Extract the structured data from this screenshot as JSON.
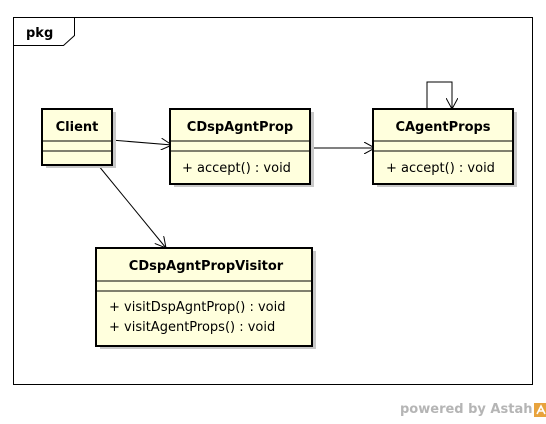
{
  "diagram": {
    "frame_label": "pkg",
    "classes": {
      "client": {
        "name": "Client",
        "operations": []
      },
      "cdspagntprop": {
        "name": "CDspAgntProp",
        "operations": [
          "+ accept() : void"
        ]
      },
      "cagentprops": {
        "name": "CAgentProps",
        "operations": [
          "+ accept() : void"
        ]
      },
      "visitor": {
        "name": "CDspAgntPropVisitor",
        "operations": [
          "+ visitDspAgntProp() : void",
          "+ visitAgentProps() : void"
        ]
      }
    },
    "associations": [
      {
        "from": "Client",
        "to": "CDspAgntProp",
        "navigable": true
      },
      {
        "from": "CDspAgntProp",
        "to": "CAgentProps",
        "navigable": true
      },
      {
        "from": "CAgentProps",
        "to": "CAgentProps",
        "navigable": true
      },
      {
        "from": "Client",
        "to": "CDspAgntPropVisitor",
        "navigable": true
      }
    ]
  },
  "watermark": {
    "text": "powered by Astah",
    "logo_color": "#e8a33d"
  },
  "colors": {
    "class_fill": "#ffffdd",
    "class_shadow": "#c8c8c8",
    "stroke": "#000000"
  }
}
